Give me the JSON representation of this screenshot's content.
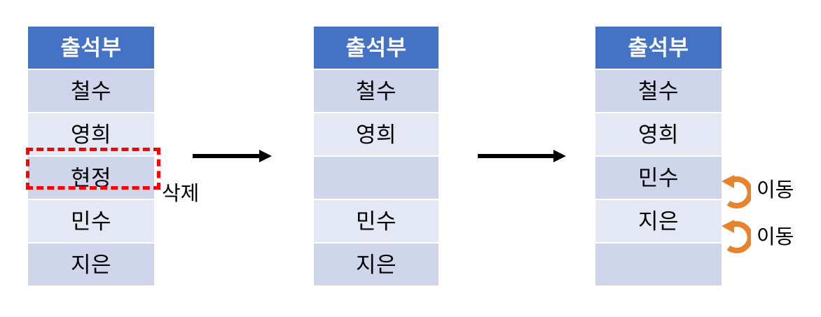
{
  "figure": {
    "title": "",
    "colors": {
      "header_blue": "#4472C4",
      "row_dark": "#CFD5EA",
      "row_light": "#E4E8F4",
      "highlight_red": "#FF0000",
      "move_orange": "#E8822B",
      "arrow_black": "#000000",
      "background": "#FFFFFF"
    }
  },
  "tables": [
    {
      "id": "before-delete",
      "header": "출석부",
      "rows": [
        {
          "text": "철수",
          "empty": false,
          "marked": false
        },
        {
          "text": "영희",
          "empty": false,
          "marked": false
        },
        {
          "text": "현정",
          "empty": false,
          "marked": true
        },
        {
          "text": "민수",
          "empty": false,
          "marked": false
        },
        {
          "text": "지은",
          "empty": false,
          "marked": false
        }
      ]
    },
    {
      "id": "after-delete",
      "header": "출석부",
      "rows": [
        {
          "text": "철수",
          "empty": false,
          "marked": false
        },
        {
          "text": "영희",
          "empty": false,
          "marked": false
        },
        {
          "text": "",
          "empty": true,
          "marked": false
        },
        {
          "text": "민수",
          "empty": false,
          "marked": false
        },
        {
          "text": "지은",
          "empty": false,
          "marked": false
        }
      ]
    },
    {
      "id": "after-shift",
      "header": "출석부",
      "rows": [
        {
          "text": "철수",
          "empty": false,
          "marked": false
        },
        {
          "text": "영희",
          "empty": false,
          "marked": false
        },
        {
          "text": "민수",
          "empty": false,
          "marked": false
        },
        {
          "text": "지은",
          "empty": false,
          "marked": false
        },
        {
          "text": "",
          "empty": true,
          "marked": false
        }
      ]
    }
  ],
  "annotations": {
    "delete_label": "삭제",
    "move_label_1": "이동",
    "move_label_2": "이동"
  },
  "icons": {
    "arrow_right_1": "arrow-right-icon",
    "arrow_right_2": "arrow-right-icon",
    "move_arrow_1": "curved-arrow-up-icon",
    "move_arrow_2": "curved-arrow-up-icon"
  }
}
